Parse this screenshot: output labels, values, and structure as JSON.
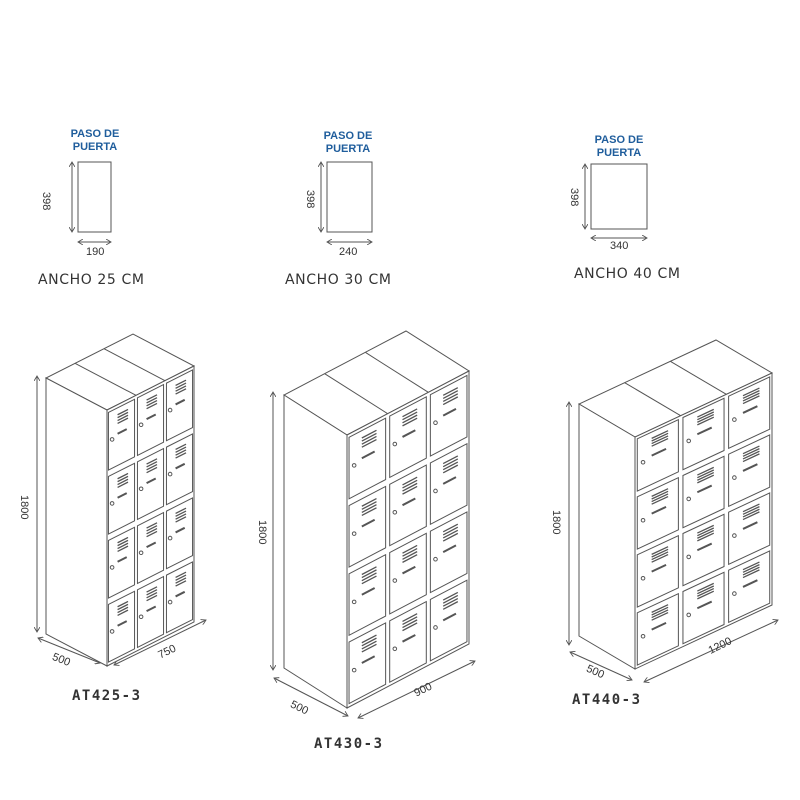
{
  "colors": {
    "line": "#555555",
    "title_blue": "#1f5d9c",
    "text": "#333333"
  },
  "door_sections": [
    {
      "title": "PASO DE PUERTA",
      "height_label": "398",
      "width_label": "190",
      "caption": "ANCHO 25 CM"
    },
    {
      "title": "PASO DE PUERTA",
      "height_label": "398",
      "width_label": "240",
      "caption": "ANCHO 30 CM"
    },
    {
      "title": "PASO DE PUERTA",
      "height_label": "398",
      "width_label": "340",
      "caption": "ANCHO 40 CM"
    }
  ],
  "lockers": [
    {
      "model": "AT425-3",
      "height": "1800",
      "depth": "500",
      "width": "750"
    },
    {
      "model": "AT430-3",
      "height": "1800",
      "depth": "500",
      "width": "900"
    },
    {
      "model": "AT440-3",
      "height": "1800",
      "depth": "500",
      "width": "1200"
    }
  ]
}
